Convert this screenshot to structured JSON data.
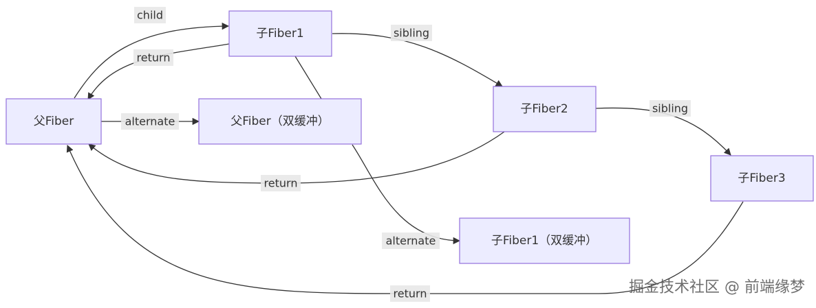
{
  "nodes": {
    "parent": "父Fiber",
    "parent_alt": "父Fiber（双缓冲）",
    "child1": "子Fiber1",
    "child1_alt": "子Fiber1（双缓冲）",
    "child2": "子Fiber2",
    "child3": "子Fiber3"
  },
  "edges": {
    "child": "child",
    "return_child1": "return",
    "alternate_parent": "alternate",
    "sibling_1_2": "sibling",
    "sibling_2_3": "sibling",
    "return_child2": "return",
    "alternate_child1": "alternate",
    "return_child3": "return"
  },
  "watermark": "掘金技术社区 @ 前端缘梦",
  "colors": {
    "node_fill": "#ECECFF",
    "node_stroke": "#9370DB",
    "edge": "#333333",
    "label_bg": "#e8e8e8"
  }
}
